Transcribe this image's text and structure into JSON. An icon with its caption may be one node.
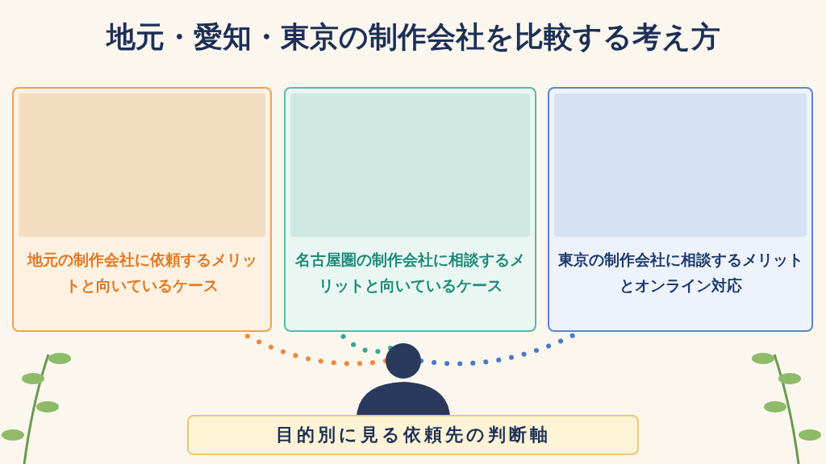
{
  "diagram": {
    "title": "地元・愛知・東京の制作会社を比較する考え方",
    "nodes": [
      {
        "text": [
          "地元の制作会社に依頼するメリットと向いているケース"
        ]
      },
      {
        "text": [
          "名古屋圏の制作会社に相談するメリットと向いているケース"
        ]
      },
      {
        "text": [
          "東京の制作会社に相談するメリットとオンライン対応"
        ]
      },
      {
        "text": [],
        "shape": "person"
      },
      {
        "text": [
          "目的別に見る依頼先の判断軸"
        ]
      }
    ],
    "edges": [
      {
        "from": 3,
        "to": 0,
        "arrow": "none",
        "style": "dashed",
        "color": "#f0883a"
      },
      {
        "from": 3,
        "to": 1,
        "arrow": "none",
        "style": "dashed",
        "color": "#3aa896"
      },
      {
        "from": 3,
        "to": 2,
        "arrow": "none",
        "style": "dashed",
        "color": "#4a78c8"
      }
    ]
  }
}
